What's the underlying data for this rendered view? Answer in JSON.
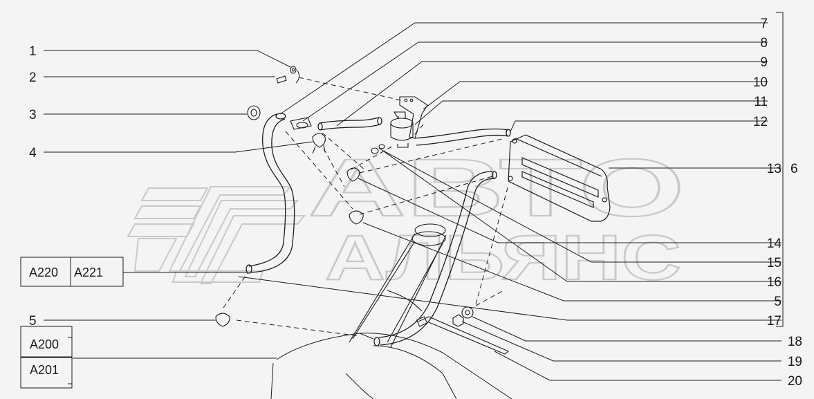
{
  "watermark": {
    "line1": "АВТО",
    "line2": "АЛЬЯНС"
  },
  "callouts_left": [
    "1",
    "2",
    "3",
    "4",
    "5"
  ],
  "callouts_right": [
    "7",
    "8",
    "9",
    "10",
    "11",
    "12",
    "13",
    "14",
    "15",
    "16",
    "5",
    "17",
    "18",
    "19",
    "20"
  ],
  "group_label": "6",
  "ref_boxes": [
    "A220",
    "A221",
    "A200",
    "A201"
  ],
  "colors": {
    "line": "#1a1a1a",
    "watermark": "#c9c9c9",
    "background": "#f4f4f4"
  }
}
